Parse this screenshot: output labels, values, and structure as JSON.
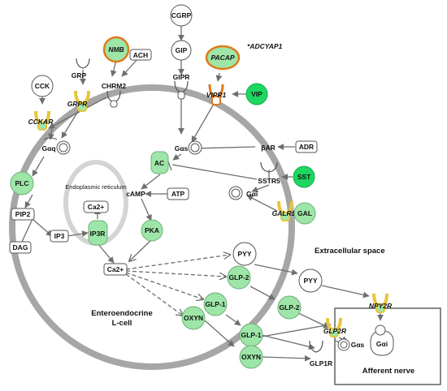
{
  "labels": {
    "cgrp": "CGRP",
    "gip": "GIP",
    "gipr": "GIPR",
    "nmb": "NMB",
    "ach": "ACH",
    "chrm2": "CHRM2",
    "pacap": "PACAP",
    "adcyap1": "*ADCYAP1",
    "vipr1": "VIPR1",
    "vip": "VIP",
    "grp": "GRP",
    "grpr": "GRPR",
    "cck": "CCK",
    "cckar": "CCKAR",
    "gaq": "Gαq",
    "gas_top": "Gαs",
    "ac": "AC",
    "bar": "βAR",
    "adr": "ADR",
    "sstr5": "SSTR5",
    "sst": "SST",
    "gai_mid": "Gαi",
    "galr1": "GALR1",
    "gal": "GAL",
    "plc": "PLC",
    "er_title": "Endoplasmic reticulum",
    "ca2_er": "Ca2+",
    "camp": "cAMP",
    "atp": "ATP",
    "pip2": "PIP2",
    "ip3": "IP3",
    "ip3r": "IP3R",
    "pka": "PKA",
    "dag": "DAG",
    "ca2_cyto": "Ca2+",
    "pyy_inner": "PYY",
    "pyy_outer": "PYY",
    "extracellular": "Extracellular space",
    "glp2_inner": "GLP-2",
    "glp2_outer": "GLP-2",
    "glp1_inner": "GLP-1",
    "glp1_outer": "GLP-1",
    "oxyn_inner": "OXYN",
    "oxyn_outer": "OXYN",
    "enteroendocrine": "Enteroendocrine",
    "lcell": "L-cell",
    "npy2r": "NPY2R",
    "glp2r": "GLP2R",
    "gas_bottom": "Gαs",
    "gai_bottom": "Gαi",
    "glp1r": "GLP1R",
    "afferent": "Afferent nerve"
  },
  "colors": {
    "membrane": "#a6a6a6",
    "highlight_green": "#9ee6a8",
    "bright_green": "#1ed760",
    "ring_orange": "#e07a1a",
    "receptor_yellow": "#e8c53a"
  }
}
